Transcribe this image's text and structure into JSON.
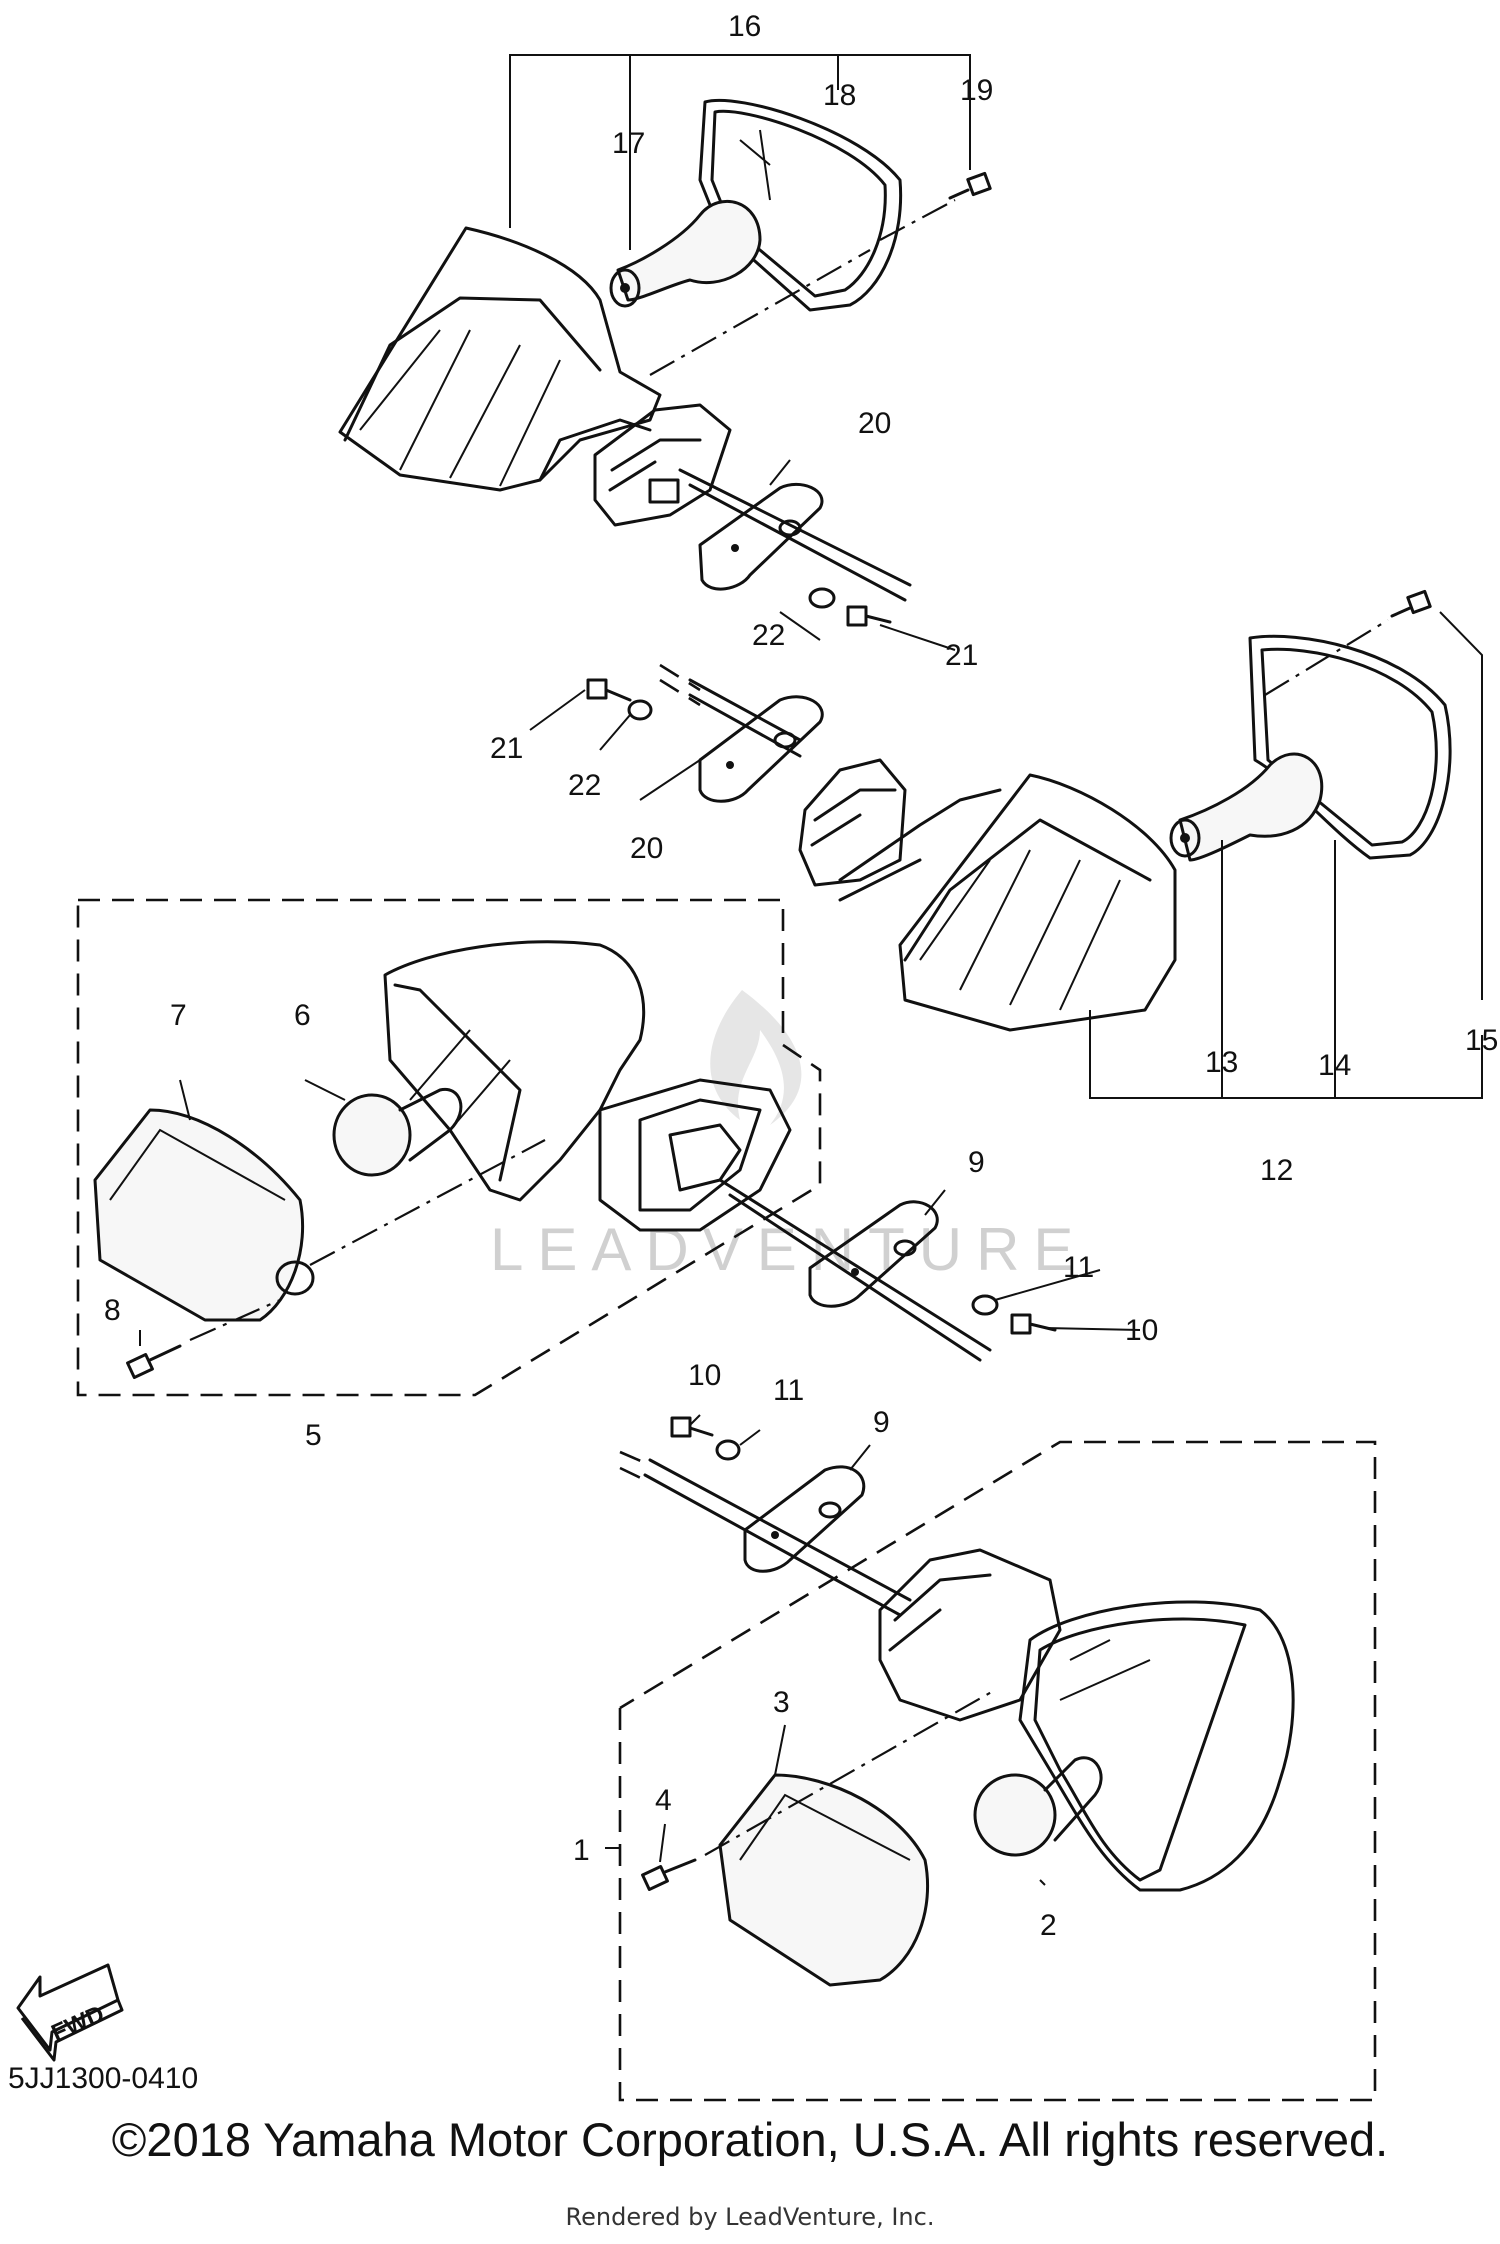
{
  "diagram": {
    "part_numbers": [
      "1",
      "2",
      "3",
      "4",
      "5",
      "6",
      "7",
      "8",
      "9",
      "10",
      "11",
      "12",
      "13",
      "14",
      "15",
      "16",
      "17",
      "18",
      "19",
      "20",
      "21",
      "22"
    ],
    "watermark": "LEADVENTURE",
    "fwd_arrow": "FWD"
  },
  "footer": {
    "diagram_code": "5JJ1300-0410",
    "copyright": "©2018 Yamaha Motor Corporation, U.S.A. All rights reserved.",
    "rendered_by": "Rendered by LeadVenture, Inc."
  }
}
